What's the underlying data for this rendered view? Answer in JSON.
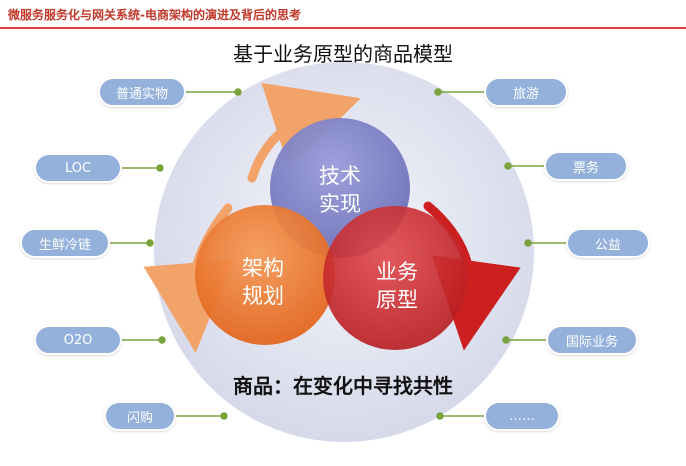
{
  "header": {
    "text": "微服务服务化与网关系统-电商架构的演进及背后的思考"
  },
  "diagram": {
    "title": "基于业务原型的商品模型",
    "bottom_text": "商品：在变化中寻找共性",
    "circles": {
      "tech": "技术\n实现",
      "arch": "架构\n规划",
      "biz": "业务\n原型"
    },
    "left_tags": [
      "普通实物",
      "LOC",
      "生鲜冷链",
      "O2O",
      "闪购"
    ],
    "right_tags": [
      "旅游",
      "票务",
      "公益",
      "国际业务",
      "……"
    ]
  },
  "colors": {
    "header": "#c0392b",
    "tag": "#93b1da",
    "connector": "#7aa33e",
    "tech_circle": "#7f83c8",
    "arch_circle": "#f07a30",
    "biz_circle": "#d42a2a",
    "background_circle": "#dde0ee"
  }
}
